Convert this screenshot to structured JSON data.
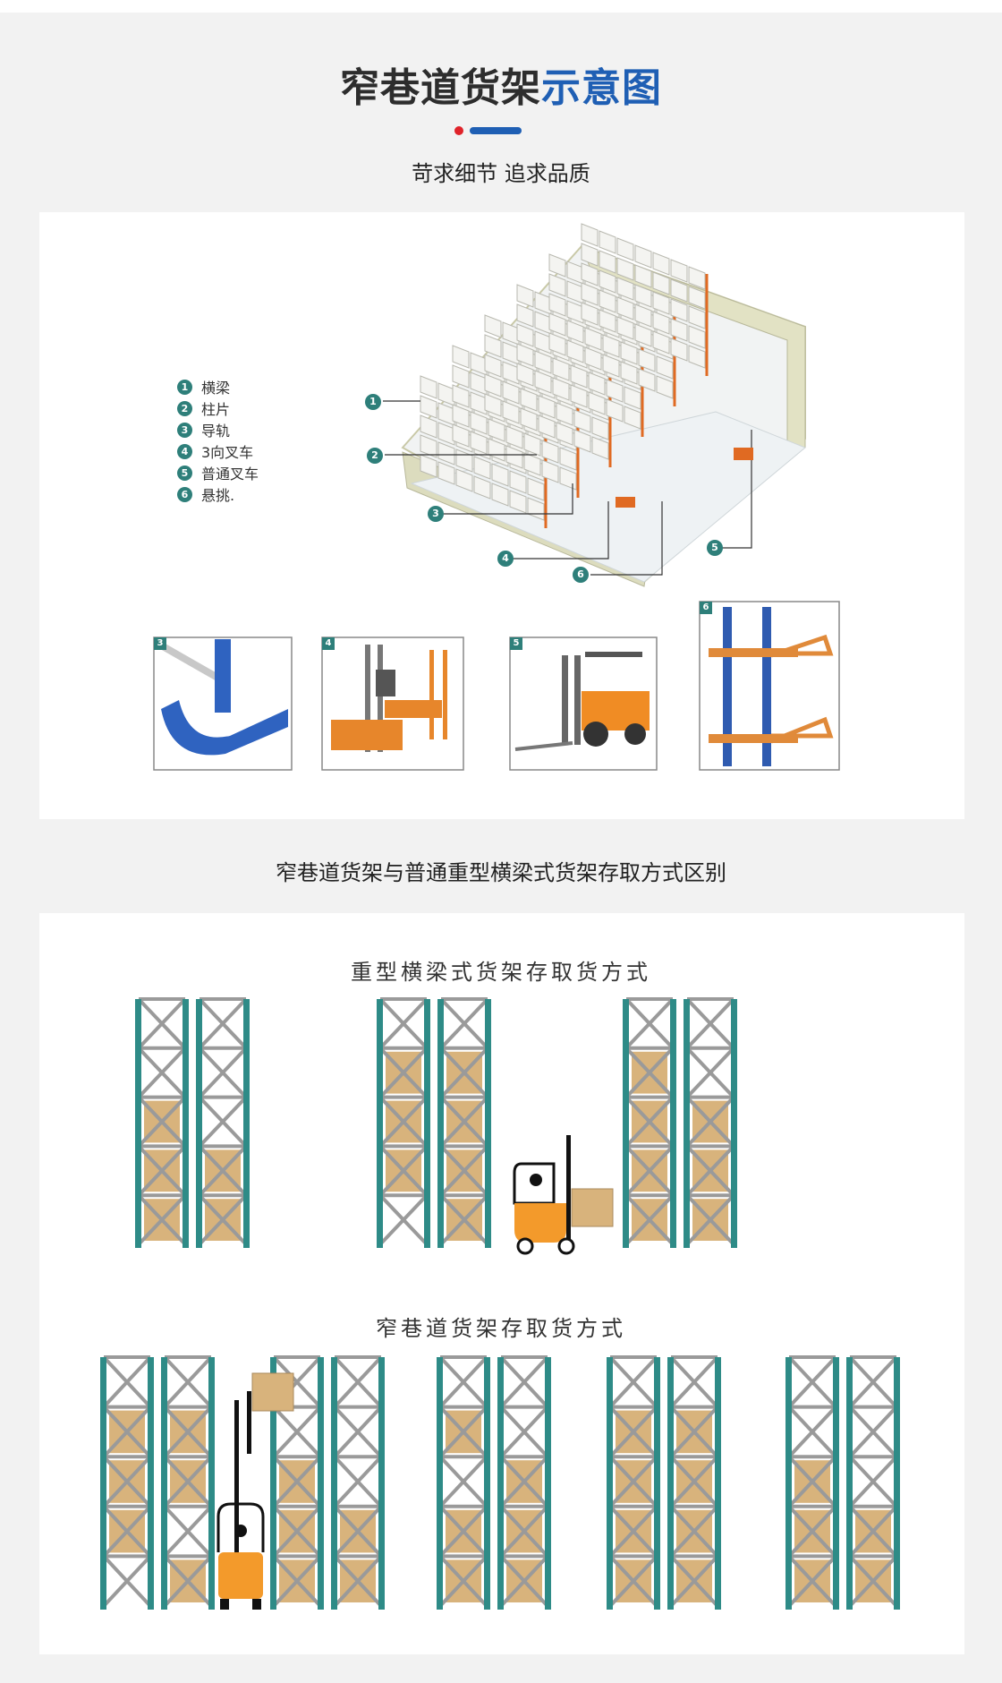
{
  "header": {
    "title_dark": "窄巷道货架",
    "title_blue": "示意图",
    "subtitle": "苛求细节 追求品质"
  },
  "legend": [
    {
      "num": "1",
      "label": "横梁"
    },
    {
      "num": "2",
      "label": "柱片"
    },
    {
      "num": "3",
      "label": "导轨"
    },
    {
      "num": "4",
      "label": "3向叉车"
    },
    {
      "num": "5",
      "label": "普通叉车"
    },
    {
      "num": "6",
      "label": "悬挑."
    }
  ],
  "callouts": [
    "1",
    "2",
    "3",
    "4",
    "5",
    "6"
  ],
  "thumbnails": [
    {
      "num": "3",
      "icon": "guide-rail-icon"
    },
    {
      "num": "4",
      "icon": "three-way-forklift-icon"
    },
    {
      "num": "5",
      "icon": "standard-forklift-icon"
    },
    {
      "num": "6",
      "icon": "cantilever-icon"
    }
  ],
  "section_heading": "窄巷道货架与普通重型横梁式货架存取方式区别",
  "diagram1_label": "重型横梁式货架存取货方式",
  "diagram2_label": "窄巷道货架存取货方式",
  "colors": {
    "title_blue": "#1f5fb4",
    "accent_red": "#e0232a",
    "rack_teal": "#2e8b87",
    "rack_brace": "#9a9a9a",
    "carton": "#d8b37c",
    "forklift_orange": "#f39a2b"
  }
}
